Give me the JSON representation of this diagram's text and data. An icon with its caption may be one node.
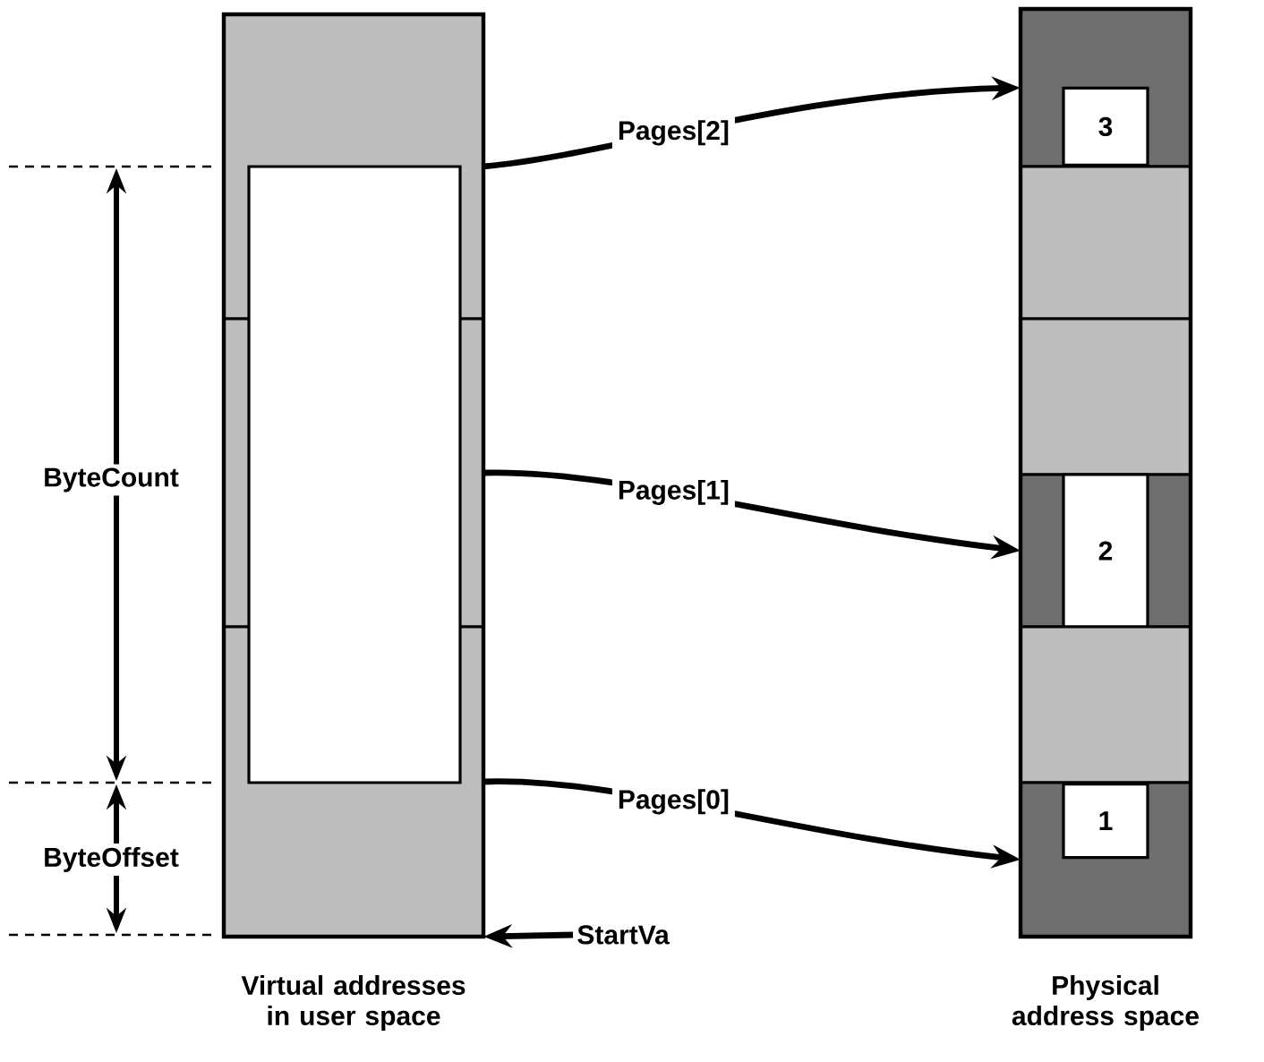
{
  "diagram": {
    "nodes": [
      {
        "text": [
          "Virtual addresses in user space"
        ]
      },
      {
        "text": [],
        "shape": "box",
        "in": 0
      },
      {
        "text": [],
        "shape": "box",
        "in": 0
      },
      {
        "text": [],
        "shape": "box",
        "in": 0
      },
      {
        "text": [],
        "shape": "box",
        "in": 0
      },
      {
        "text": [
          "Physical address space"
        ]
      },
      {
        "text": [
          "3"
        ],
        "in": 5
      },
      {
        "text": [],
        "shape": "box",
        "in": 5
      },
      {
        "text": [],
        "shape": "box",
        "in": 5
      },
      {
        "text": [
          "2"
        ],
        "in": 5
      },
      {
        "text": [],
        "shape": "box",
        "in": 5
      },
      {
        "text": [
          "1"
        ],
        "in": 5
      },
      {
        "text": [
          "StartVa"
        ]
      }
    ],
    "edges": [
      {
        "from": 1,
        "to": 6,
        "arrow": "to",
        "label": "Pages[2]"
      },
      {
        "from": 2,
        "to": 9,
        "arrow": "to",
        "label": "Pages[1]"
      },
      {
        "from": 3,
        "to": 11,
        "arrow": "to",
        "label": "Pages[0]"
      },
      {
        "from": 12,
        "to": 3,
        "arrow": "to"
      }
    ],
    "labels": [
      "ByteCount",
      "ByteOffset"
    ]
  }
}
